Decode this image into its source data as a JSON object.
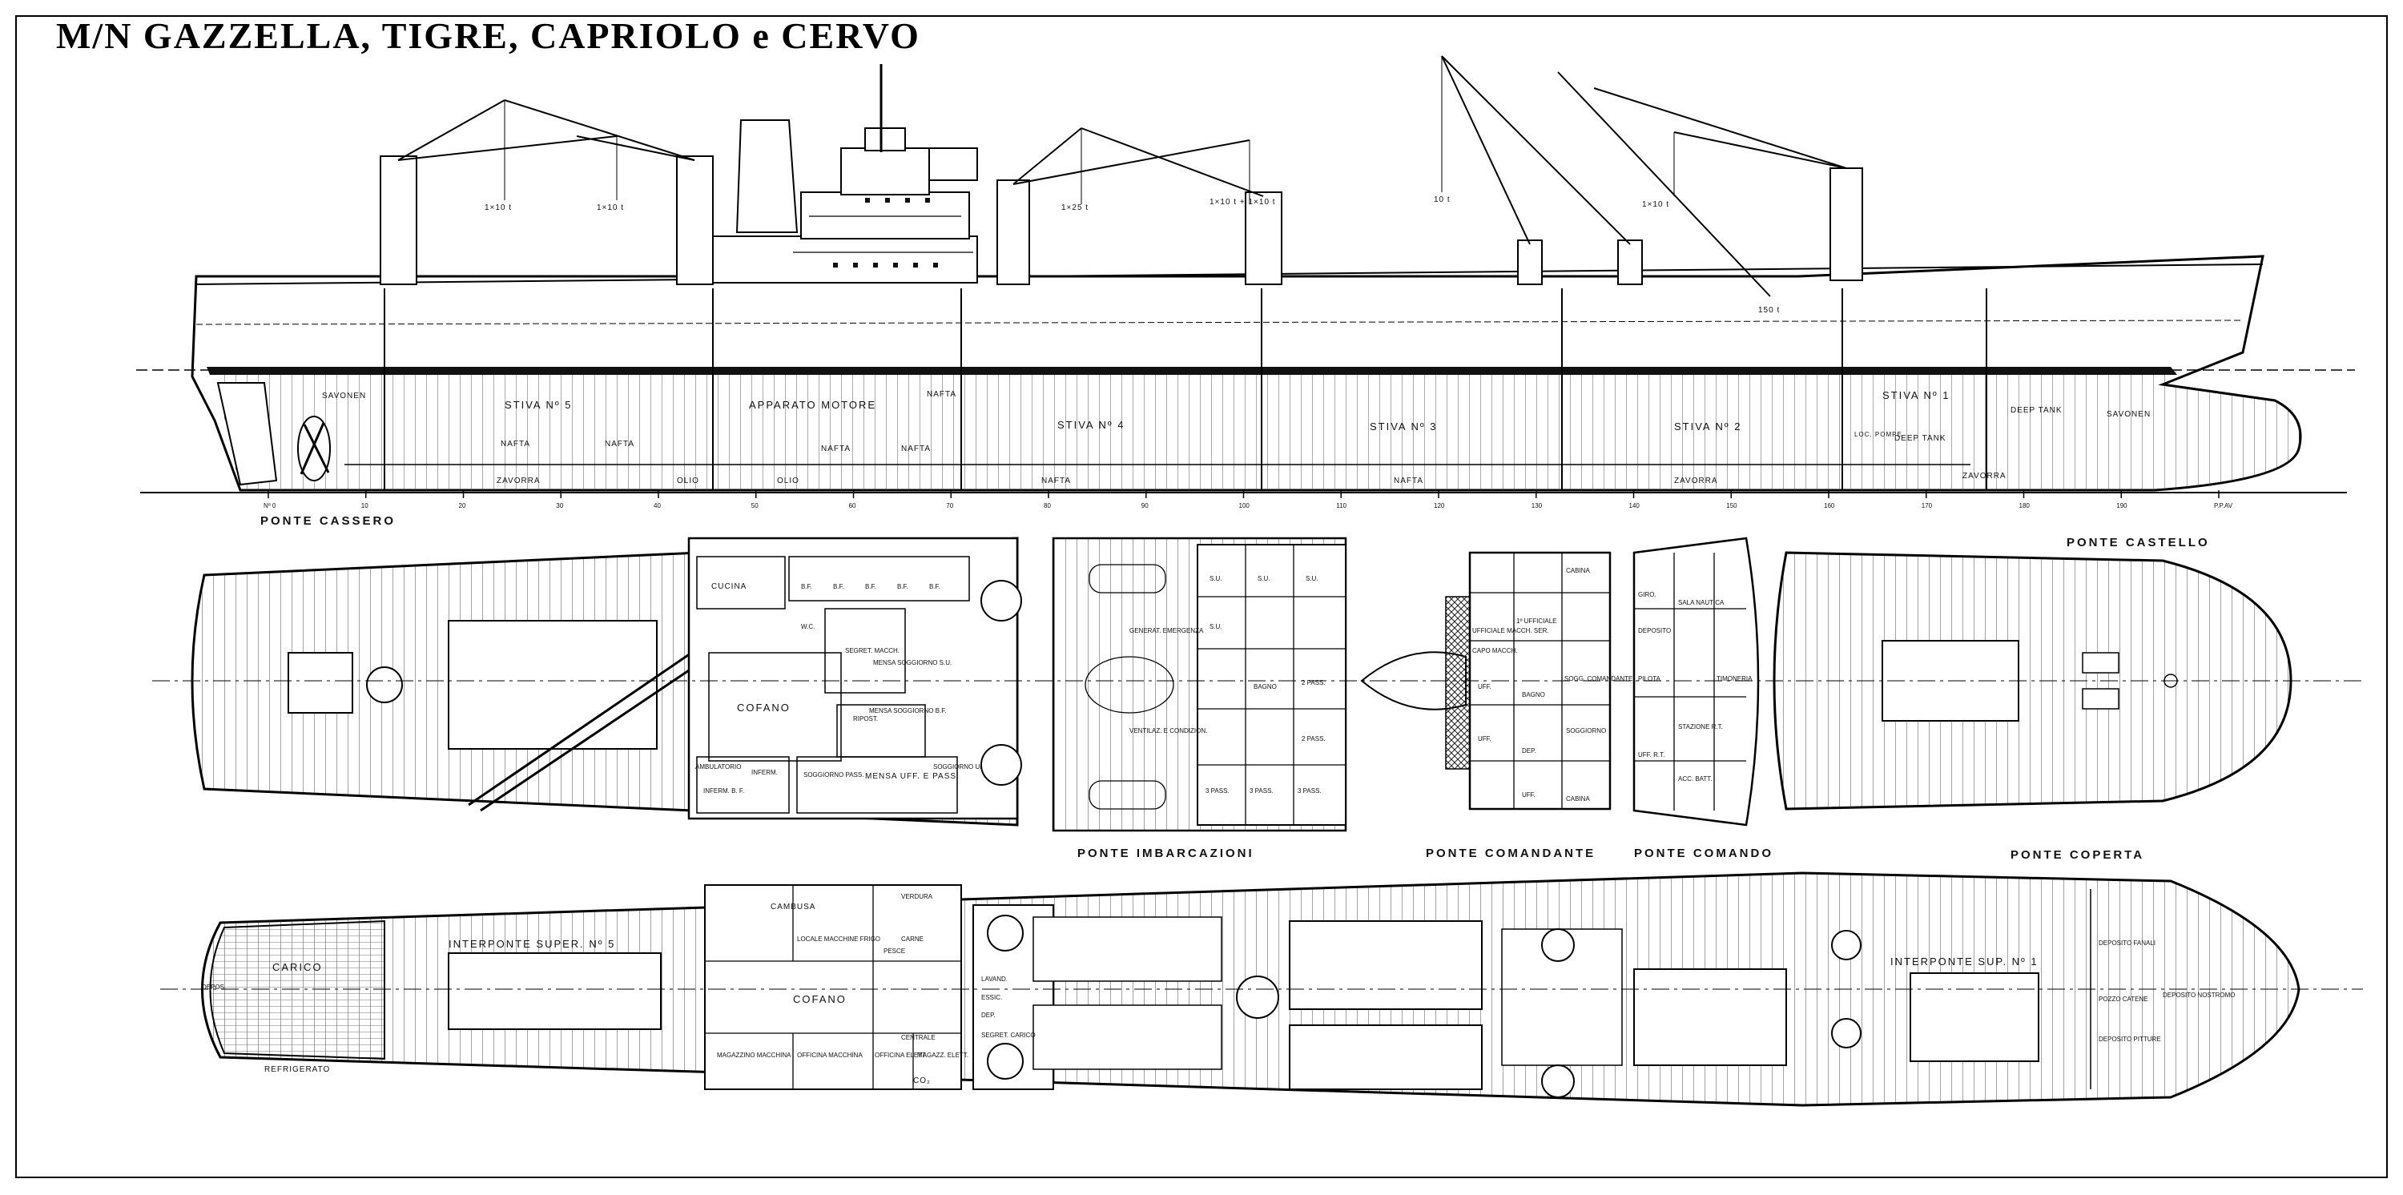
{
  "title": "M/N  GAZZELLA,  TIGRE,  CAPRIOLO  e   CERVO",
  "profile": {
    "holds": [
      "STIVA  Nº 5",
      "APPARATO  MOTORE",
      "STIVA  Nº 4",
      "STIVA  Nº 3",
      "STIVA  Nº 2",
      "STIVA  Nº 1"
    ],
    "tanks": [
      "SAVONEN",
      "NAFTA",
      "NAFTA",
      "NAFTA",
      "NAFTA",
      "NAFTA",
      "ZAVORRA",
      "OLIO",
      "OLIO",
      "NAFTA",
      "NAFTA",
      "ZAVORRA",
      "ZAVORRA",
      "DEEP TANK",
      "DEEP TANK",
      "SAVONEN",
      "LOC. POMPE"
    ],
    "derricks": [
      "1×10 t",
      "1×10 t",
      "1×25 t",
      "1×10 t + 1×10 t",
      "10 t",
      "1×10 t",
      "150 t"
    ],
    "frames": [
      "Nº 0",
      "10",
      "20",
      "30",
      "40",
      "50",
      "60",
      "70",
      "80",
      "90",
      "100",
      "110",
      "120",
      "130",
      "140",
      "150",
      "160",
      "170",
      "180",
      "190",
      "P.P.AV"
    ]
  },
  "deck_titles": {
    "cassero": "PONTE  CASSERO",
    "castello": "PONTE  CASTELLO",
    "imbarcazioni": "PONTE  IMBARCAZIONI",
    "comandante": "PONTE  COMANDANTE",
    "comando": "PONTE  COMANDO",
    "coperta": "PONTE  COPERTA"
  },
  "coperta_rooms": [
    "CUCINA",
    "COFANO",
    "MENSA SOGGIORNO S.U.",
    "MENSA SOGGIORNO B.F.",
    "SOGGIORNO PASS.",
    "MENSA UFF. E PASS.",
    "SOGGIORNO UFF.",
    "AMBULATORIO",
    "INFERM.",
    "SEGRET. MACCH.",
    "RIPOST.",
    "B.F.",
    "B.F.",
    "B.F.",
    "B.F.",
    "B.F.",
    "W.C.",
    "INFERM. B. F."
  ],
  "imbarcazioni_rooms": [
    "GENERAT. EMERGENZA",
    "VENTILAZ. E CONDIZION.",
    "S.U.",
    "S.U.",
    "S.U.",
    "S.U.",
    "2 PASS.",
    "2 PASS.",
    "3 PASS.",
    "3 PASS.",
    "3 PASS.",
    "BAGNO"
  ],
  "comandante_rooms": [
    "UFFICIALE MACCH. SER.",
    "1º UFFICIALE",
    "CAPO MACCH.",
    "UFF.",
    "UFF.",
    "UFF.",
    "SOGG. COMANDANTE",
    "SOGGIORNO",
    "CABINA",
    "CABINA",
    "BAGNO",
    "DEP."
  ],
  "comando_rooms": [
    "SALA NAUTICA",
    "TIMONERIA",
    "STAZIONE R.T.",
    "GIRO.",
    "DEPOSITO",
    "PILOTA",
    "UFF. R.T.",
    "ACC. BATT."
  ],
  "interponte_aft": [
    "INTERPONTE  SUPER.  Nº 5",
    "CARICO",
    "REFRIGERATO",
    "DEPOS."
  ],
  "interponte_rooms": [
    "CAMBUSA",
    "LOCALE MACCHINE FRIGO",
    "VERDURA",
    "CARNE",
    "PESCE",
    "COFANO",
    "CENTRALE",
    "LAVAND.",
    "ESSIC.",
    "DEP.",
    "SEGRET. CARICO",
    "MAGAZZINO MACCHINA",
    "OFFICINA MACCHINA",
    "OFFICINA ELETT.",
    "MAGAZZ. ELETT.",
    "CO₂"
  ],
  "interponte_fwd": [
    "INTERPONTE  SUP.  Nº 1",
    "DEPOSITO NOSTROMO",
    "DEPOSITO FANALI",
    "POZZO CATENE",
    "DEPOSITO PITTURE"
  ]
}
